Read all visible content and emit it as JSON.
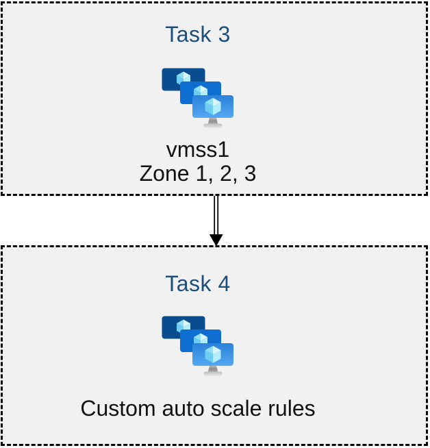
{
  "diagram": {
    "boxes": [
      {
        "title": "Task 3",
        "icon": "vm-scale-set-icon",
        "lines": [
          "vmss1",
          "Zone 1, 2, 3"
        ]
      },
      {
        "title": "Task 4",
        "icon": "vm-scale-set-icon",
        "lines": [
          "Custom auto scale rules"
        ]
      }
    ],
    "connector": {
      "type": "double-line-arrow",
      "direction": "down",
      "from": "Task 3",
      "to": "Task 4"
    }
  },
  "colors": {
    "box_background": "#F1F1F2",
    "box_border": "#000000",
    "title_text": "#1C4E7B",
    "body_text": "#111111",
    "arrow": "#000000",
    "screen_back": "#0A4D8E",
    "screen_middle": "#0F6FD0",
    "screen_front_gradient_top": "#2C81D9",
    "screen_front_gradient_bottom": "#54A7F2",
    "cube_top_left": "#8FDFF6",
    "cube_top_right": "#DCF8FF",
    "cube_left_face": "#6FCDF3",
    "cube_right_face": "#B3EEFF",
    "stand_gray_dark": "#8F8F8F",
    "stand_gray_light": "#E2E2E2"
  }
}
